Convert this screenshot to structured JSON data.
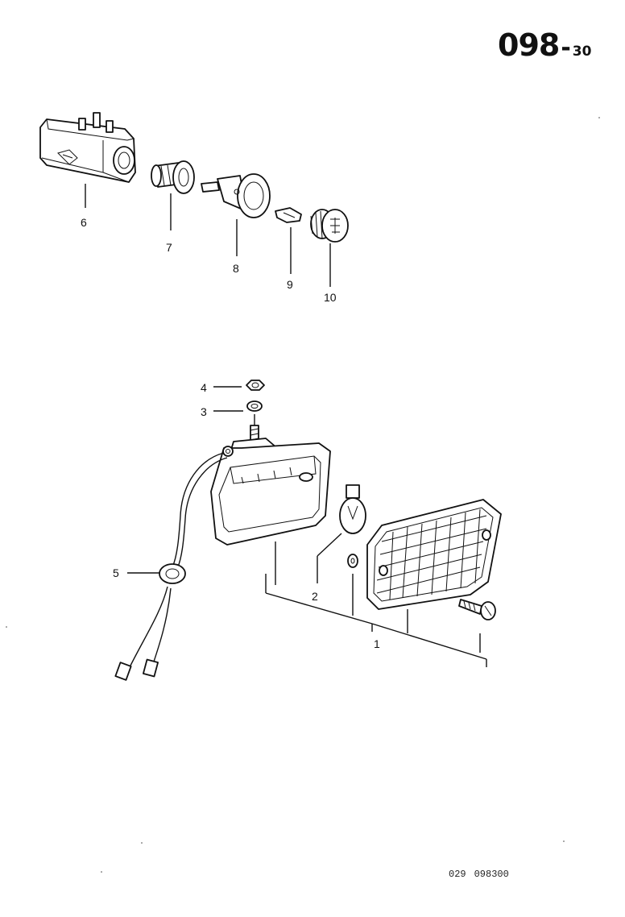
{
  "header": {
    "number": "098",
    "separator": "-",
    "sub": "30"
  },
  "footer": {
    "code": "029",
    "ref": "098300"
  },
  "callouts": {
    "c1": "1",
    "c2": "2",
    "c3": "3",
    "c4": "4",
    "c5": "5",
    "c6": "6",
    "c7": "7",
    "c8": "8",
    "c9": "9",
    "c10": "10"
  }
}
